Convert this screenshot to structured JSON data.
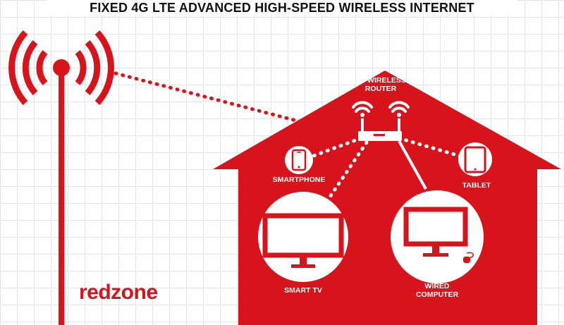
{
  "title": "FIXED 4G LTE ADVANCED HIGH-SPEED WIRELESS INTERNET",
  "brand": "redzone",
  "labels": {
    "router_line1": "4G WIRELESS",
    "router_line2": "ROUTER",
    "smartphone": "SMARTPHONE",
    "tablet": "TABLET",
    "smart_tv": "SMART TV",
    "wired_line1": "WIRED",
    "wired_line2": "COMPUTER"
  },
  "colors": {
    "accent": "#d7141c",
    "background": "#ffffff",
    "title_text": "#111111",
    "label_text": "#ffffff"
  },
  "icons": [
    "cell-tower-icon",
    "wifi-router-icon",
    "smartphone-icon",
    "tablet-icon",
    "tv-icon",
    "desktop-computer-icon",
    "mouse-icon"
  ]
}
